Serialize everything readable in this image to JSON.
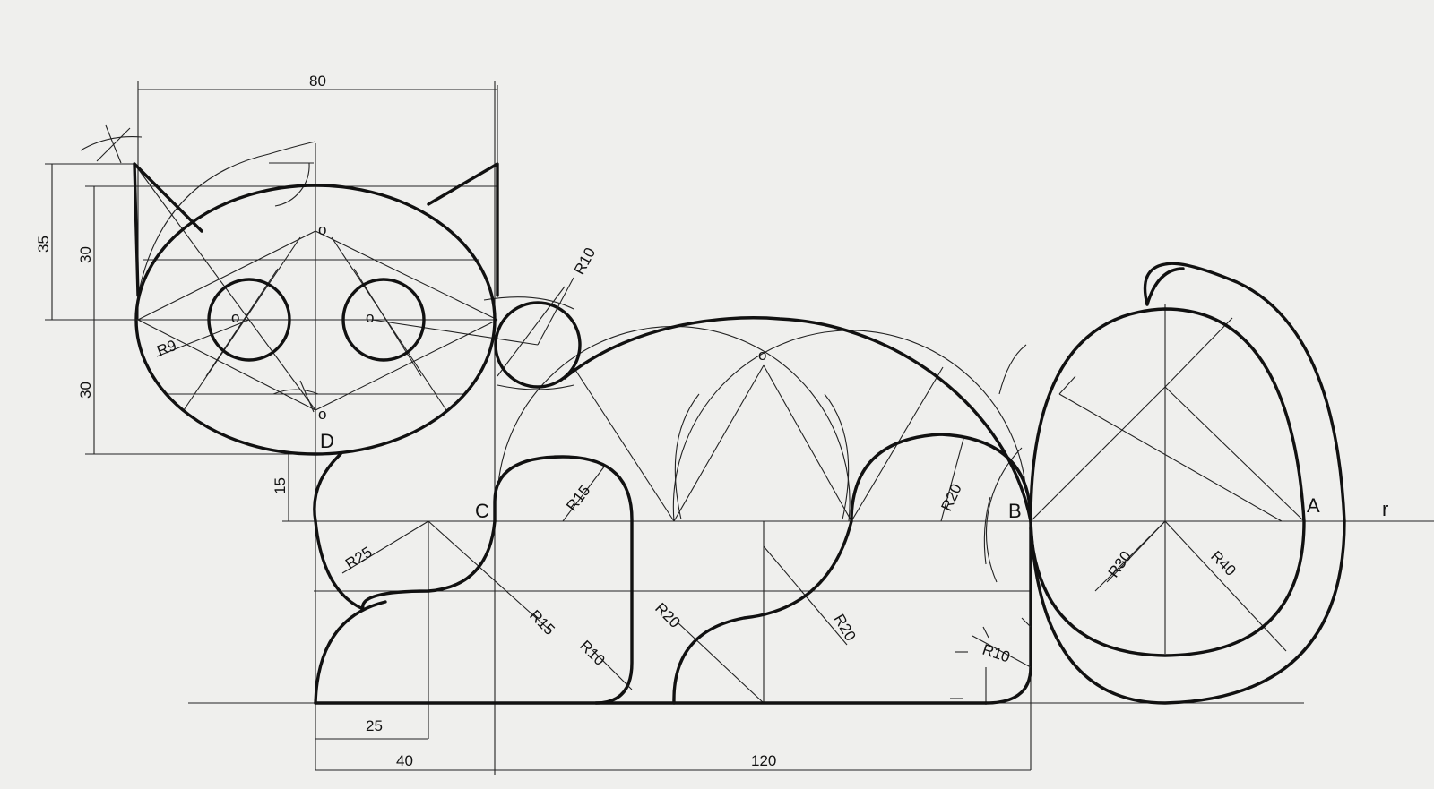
{
  "drawing": {
    "colors": {
      "paper": "#efefed",
      "ink": "#111111"
    },
    "dimensions": {
      "d80": "80",
      "d35": "35",
      "d30_top": "30",
      "d30_bottom": "30",
      "d15": "15",
      "d25": "25",
      "d40": "40",
      "d120": "120"
    },
    "radii": {
      "r9": "R9",
      "r10_neck": "R10",
      "r15_leg": "R15",
      "r20_leg": "R20",
      "r25_chest": "R25",
      "r15_chest": "R15",
      "r10_front": "R10",
      "r20_mid_a": "R20",
      "r20_mid_b": "R20",
      "r10_back": "R10",
      "r30_tail": "R30",
      "r40_tail": "R40"
    },
    "points": {
      "a": "A",
      "b": "B",
      "c": "C",
      "d": "D",
      "r": "r",
      "o": "o"
    }
  }
}
